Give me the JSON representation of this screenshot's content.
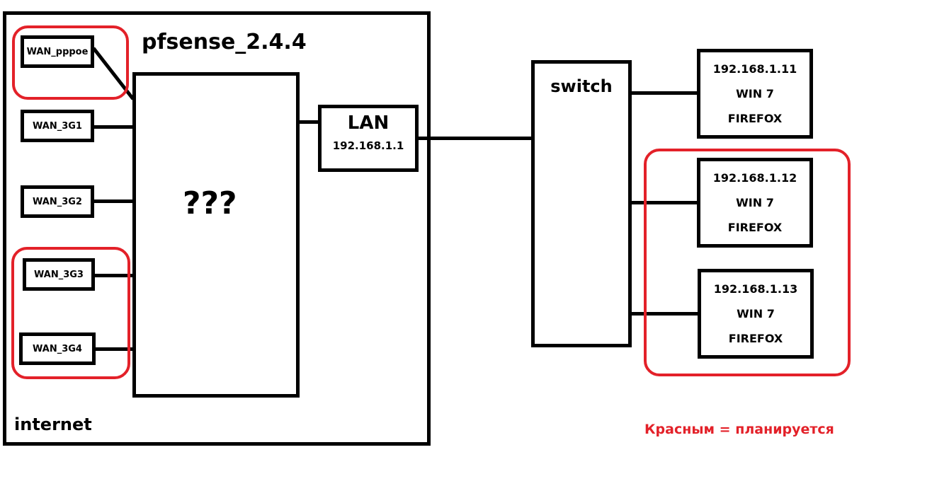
{
  "title": "pfsense_2.4.4",
  "container_label": "internet",
  "core_label": "???",
  "wan_interfaces": [
    {
      "name": "WAN_pppoe",
      "planned": true
    },
    {
      "name": "WAN_3G1",
      "planned": false
    },
    {
      "name": "WAN_3G2",
      "planned": false
    },
    {
      "name": "WAN_3G3",
      "planned": true
    },
    {
      "name": "WAN_3G4",
      "planned": true
    }
  ],
  "lan": {
    "label": "LAN",
    "ip": "192.168.1.1"
  },
  "switch": {
    "label": "switch"
  },
  "hosts": [
    {
      "ip": "192.168.1.11",
      "os": "WIN 7",
      "browser": "FIREFOX",
      "planned": false
    },
    {
      "ip": "192.168.1.12",
      "os": "WIN 7",
      "browser": "FIREFOX",
      "planned": true
    },
    {
      "ip": "192.168.1.13",
      "os": "WIN 7",
      "browser": "FIREFOX",
      "planned": true
    }
  ],
  "legend": {
    "text": "Красным = планируется",
    "color": "#e32129"
  }
}
